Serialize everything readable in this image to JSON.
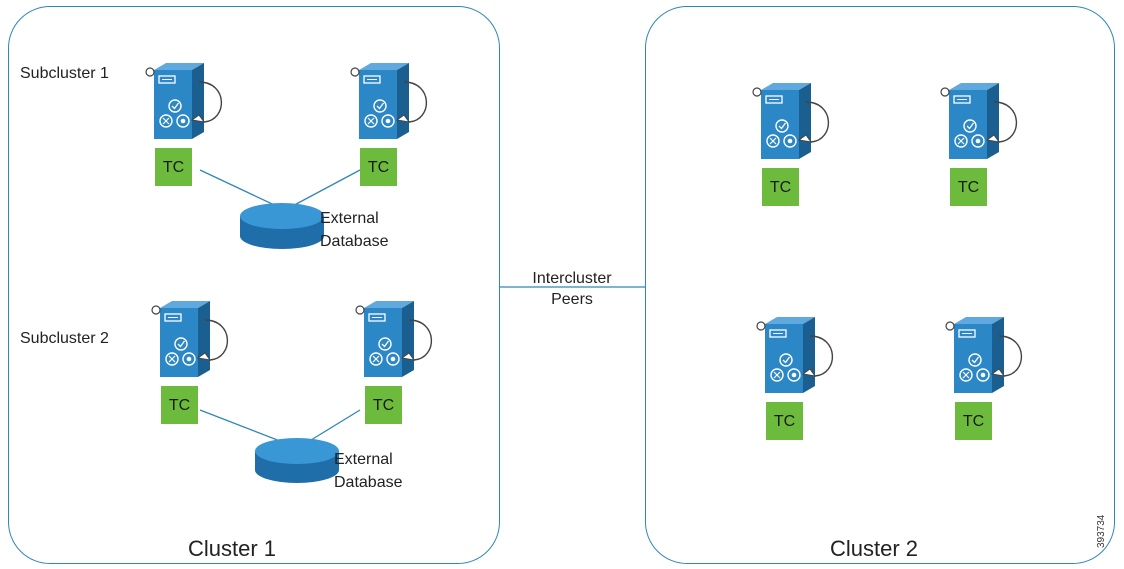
{
  "clusters": [
    {
      "title": "Cluster 1",
      "subclusters": [
        {
          "title": "Subcluster 1",
          "nodes": [
            "TC",
            "TC"
          ],
          "database": [
            "External",
            "Database"
          ]
        },
        {
          "title": "Subcluster 2",
          "nodes": [
            "TC",
            "TC"
          ],
          "database": [
            "External",
            "Database"
          ]
        }
      ]
    },
    {
      "title": "Cluster 2",
      "nodes": [
        "TC",
        "TC",
        "TC",
        "TC"
      ]
    }
  ],
  "link": [
    "Intercluster",
    "Peers"
  ],
  "figure_id": "393734",
  "colors": {
    "border": "#2f86b9",
    "server": "#2b87c6",
    "server_dark": "#1a5f8f",
    "tc": "#6cbb3c",
    "database": "#2a81c2"
  }
}
